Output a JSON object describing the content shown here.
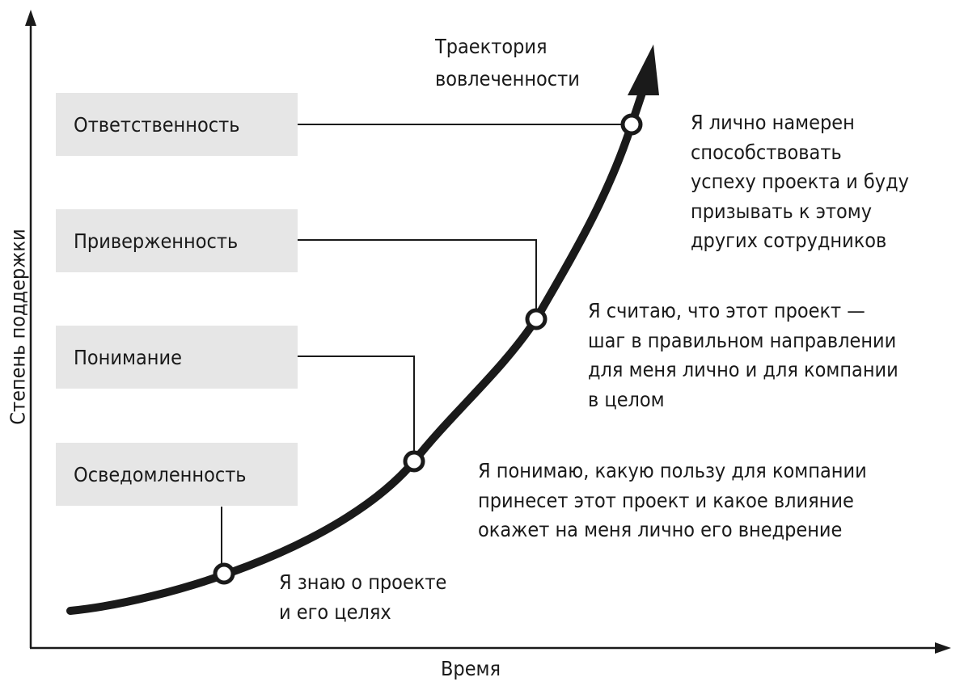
{
  "diagram": {
    "title": "Траектория\nвовлеченности",
    "y_axis_label": "Степень поддержки",
    "x_axis_label": "Время",
    "stages": [
      {
        "label": "Ответственность",
        "description": "Я лично намерен\nспособствовать\nуспеху проекта и буду\nпризывать к этому\nдругих сотрудников"
      },
      {
        "label": "Приверженность",
        "description": "Я считаю, что этот проект —\nшаг в правильном направлении\nдля меня лично и для компании\nв целом"
      },
      {
        "label": "Понимание",
        "description": "Я понимаю, какую пользу для компании\nпринесет этот проект и какое влияние\nокажет на меня лично его внедрение"
      },
      {
        "label": "Осведомленность",
        "description": "Я знаю о проекте\nи его целях"
      }
    ],
    "colors": {
      "box_fill": "#e6e6e6",
      "line": "#1a1a1a",
      "background": "#ffffff"
    }
  }
}
